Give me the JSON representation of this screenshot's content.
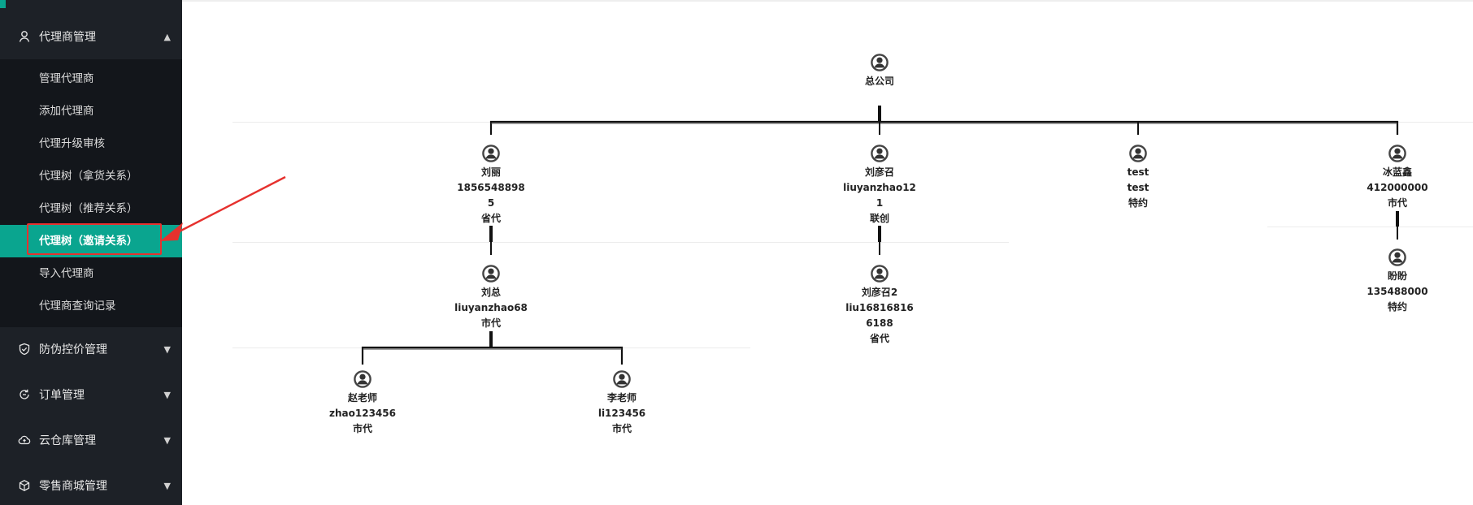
{
  "sidebar": {
    "groups": [
      {
        "label": "代理商管理",
        "icon": "user-icon",
        "expanded": true
      },
      {
        "label": "防伪控价管理",
        "icon": "shield-icon",
        "expanded": false
      },
      {
        "label": "订单管理",
        "icon": "order-icon",
        "expanded": false
      },
      {
        "label": "云仓库管理",
        "icon": "cloud-icon",
        "expanded": false
      },
      {
        "label": "零售商城管理",
        "icon": "box-icon",
        "expanded": false
      }
    ],
    "sub_items": [
      {
        "label": "管理代理商"
      },
      {
        "label": "添加代理商"
      },
      {
        "label": "代理升级审核"
      },
      {
        "label": "代理树（拿货关系）"
      },
      {
        "label": "代理树（推荐关系）"
      },
      {
        "label": "代理树（邀请关系）",
        "active": true
      },
      {
        "label": "导入代理商"
      },
      {
        "label": "代理商查询记录"
      }
    ]
  },
  "colors": {
    "sidebar_bg": "#1d2127",
    "submenu_bg": "#13161b",
    "accent": "#0aa58f",
    "highlight_outline": "#e6312e"
  },
  "tree": {
    "root": {
      "lines": [
        "总公司"
      ]
    },
    "level1": [
      {
        "lines": [
          "刘丽",
          "1856548898",
          "5",
          "省代"
        ]
      },
      {
        "lines": [
          "刘彦召",
          "liuyanzhao12",
          "1",
          "联创"
        ]
      },
      {
        "lines": [
          "test",
          "test",
          "特约"
        ]
      },
      {
        "lines": [
          "冰蓝鑫",
          "412000000",
          "市代"
        ]
      }
    ],
    "level2": [
      {
        "lines": [
          "刘总",
          "liuyanzhao68",
          "市代"
        ]
      },
      {
        "lines": [
          "刘彦召2",
          "liu16816816",
          "6188",
          "省代"
        ]
      },
      {
        "lines": [
          "盼盼",
          "135488000",
          "特约"
        ]
      }
    ],
    "level3": [
      {
        "lines": [
          "赵老师",
          "zhao123456",
          "市代"
        ]
      },
      {
        "lines": [
          "李老师",
          "li123456",
          "市代"
        ]
      }
    ]
  }
}
